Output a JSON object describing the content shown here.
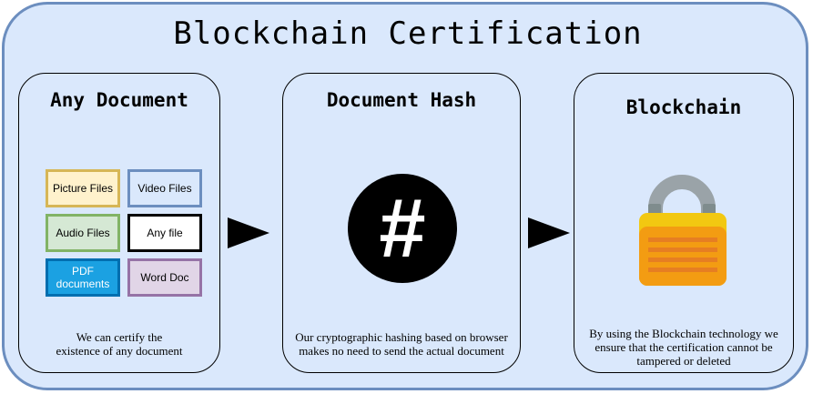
{
  "title": "Blockchain Certification",
  "panels": [
    {
      "title": "Any Document",
      "description_line1": "We can certify the",
      "description_line2": "existence of any document",
      "file_types": [
        {
          "label": "Picture Files",
          "fill": "#fff2cc",
          "border": "#d6b656",
          "text_color": "#000000"
        },
        {
          "label": "Video Files",
          "fill": "#dae8fc",
          "border": "#6c8ebf",
          "text_color": "#000000"
        },
        {
          "label": "Audio Files",
          "fill": "#d5e8d4",
          "border": "#82b366",
          "text_color": "#000000"
        },
        {
          "label": "Any file",
          "fill": "#ffffff",
          "border": "#000000",
          "text_color": "#000000"
        },
        {
          "label": "PDF documents",
          "fill": "#1ba1e2",
          "border": "#006eaf",
          "text_color": "#ffffff"
        },
        {
          "label": "Word Doc",
          "fill": "#e1d5e7",
          "border": "#9673a6",
          "text_color": "#000000"
        }
      ]
    },
    {
      "title": "Document Hash",
      "icon": "hash-icon",
      "icon_glyph": "#",
      "description_line1": "Our cryptographic hashing based on browser",
      "description_line2": "makes no need to send the actual document"
    },
    {
      "title": "Blockchain",
      "icon": "padlock-icon",
      "description": "By using the Blockchain technology we ensure that the certification cannot be tampered or deleted"
    }
  ],
  "colors": {
    "outer_fill": "#dae8fc",
    "outer_border": "#6c8ebf",
    "lock_top": "#f2c811",
    "lock_body": "#f39c12",
    "lock_stripes": "#e67e22",
    "shackle": "#9aa3a8"
  }
}
